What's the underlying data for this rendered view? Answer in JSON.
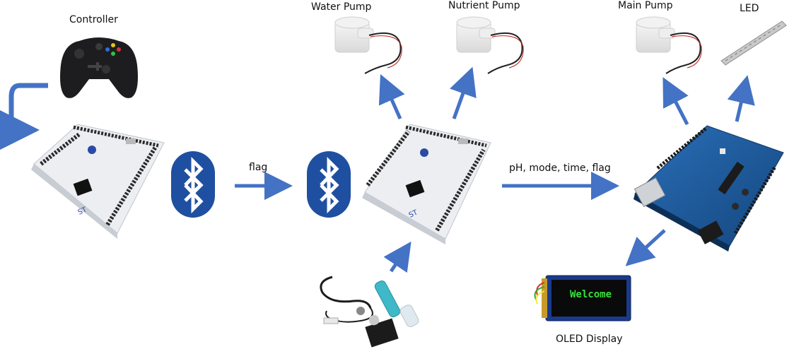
{
  "labels": {
    "controller": "Controller",
    "water_pump": "Water Pump",
    "nutrient_pump": "Nutrient Pump",
    "main_pump": "Main Pump",
    "led": "LED",
    "flag": "flag",
    "data_link": "pH, mode, time, flag",
    "oled_display": "OLED Display",
    "oled_screen_text": "Welcome"
  },
  "colors": {
    "arrow": "#4472C4",
    "bluetooth": "#1F4FA0",
    "nucleo_board": "#EDEFF3",
    "arduino_board": "#1E5A9C",
    "oled_text": "#38E038"
  },
  "icons": [
    "gamepad-icon",
    "bluetooth-icon",
    "pump-icon",
    "led-strip-icon",
    "ph-sensor-icon"
  ]
}
